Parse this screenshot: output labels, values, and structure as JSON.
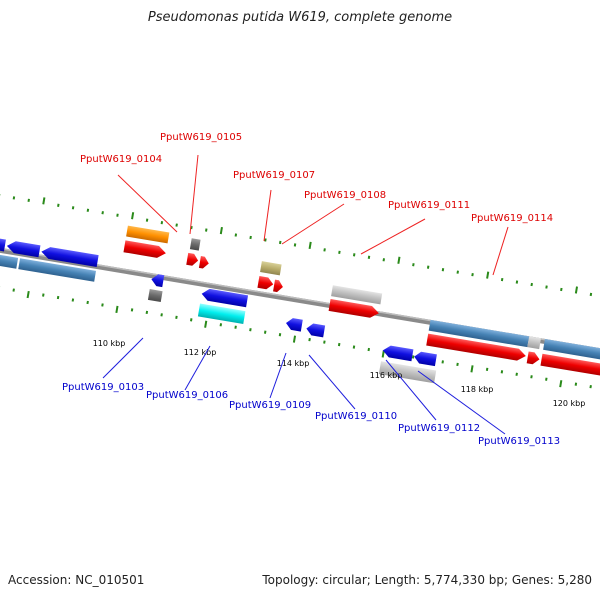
{
  "title": "Pseudomonas putida W619, complete genome",
  "footer": {
    "accession": "Accession: NC_010501",
    "stats": "Topology: circular; Length: 5,774,330 bp; Genes: 5,280"
  },
  "colors": {
    "backbone": "#8a8a8a",
    "tick": "#2a8a1a",
    "plus_label": "#dd0000",
    "minus_label": "#0000cc"
  },
  "kbp_labels": [
    "110 kbp",
    "112 kbp",
    "114 kbp",
    "116 kbp",
    "118 kbp",
    "120 kbp"
  ],
  "plus_labels": [
    "PputW619_0104",
    "PputW619_0105",
    "PputW619_0107",
    "PputW619_0108",
    "PputW619_0111",
    "PputW619_0114"
  ],
  "minus_labels": [
    "PputW619_0103",
    "PputW619_0106",
    "PputW619_0109",
    "PputW619_0110",
    "PputW619_0112",
    "PputW619_0113"
  ]
}
